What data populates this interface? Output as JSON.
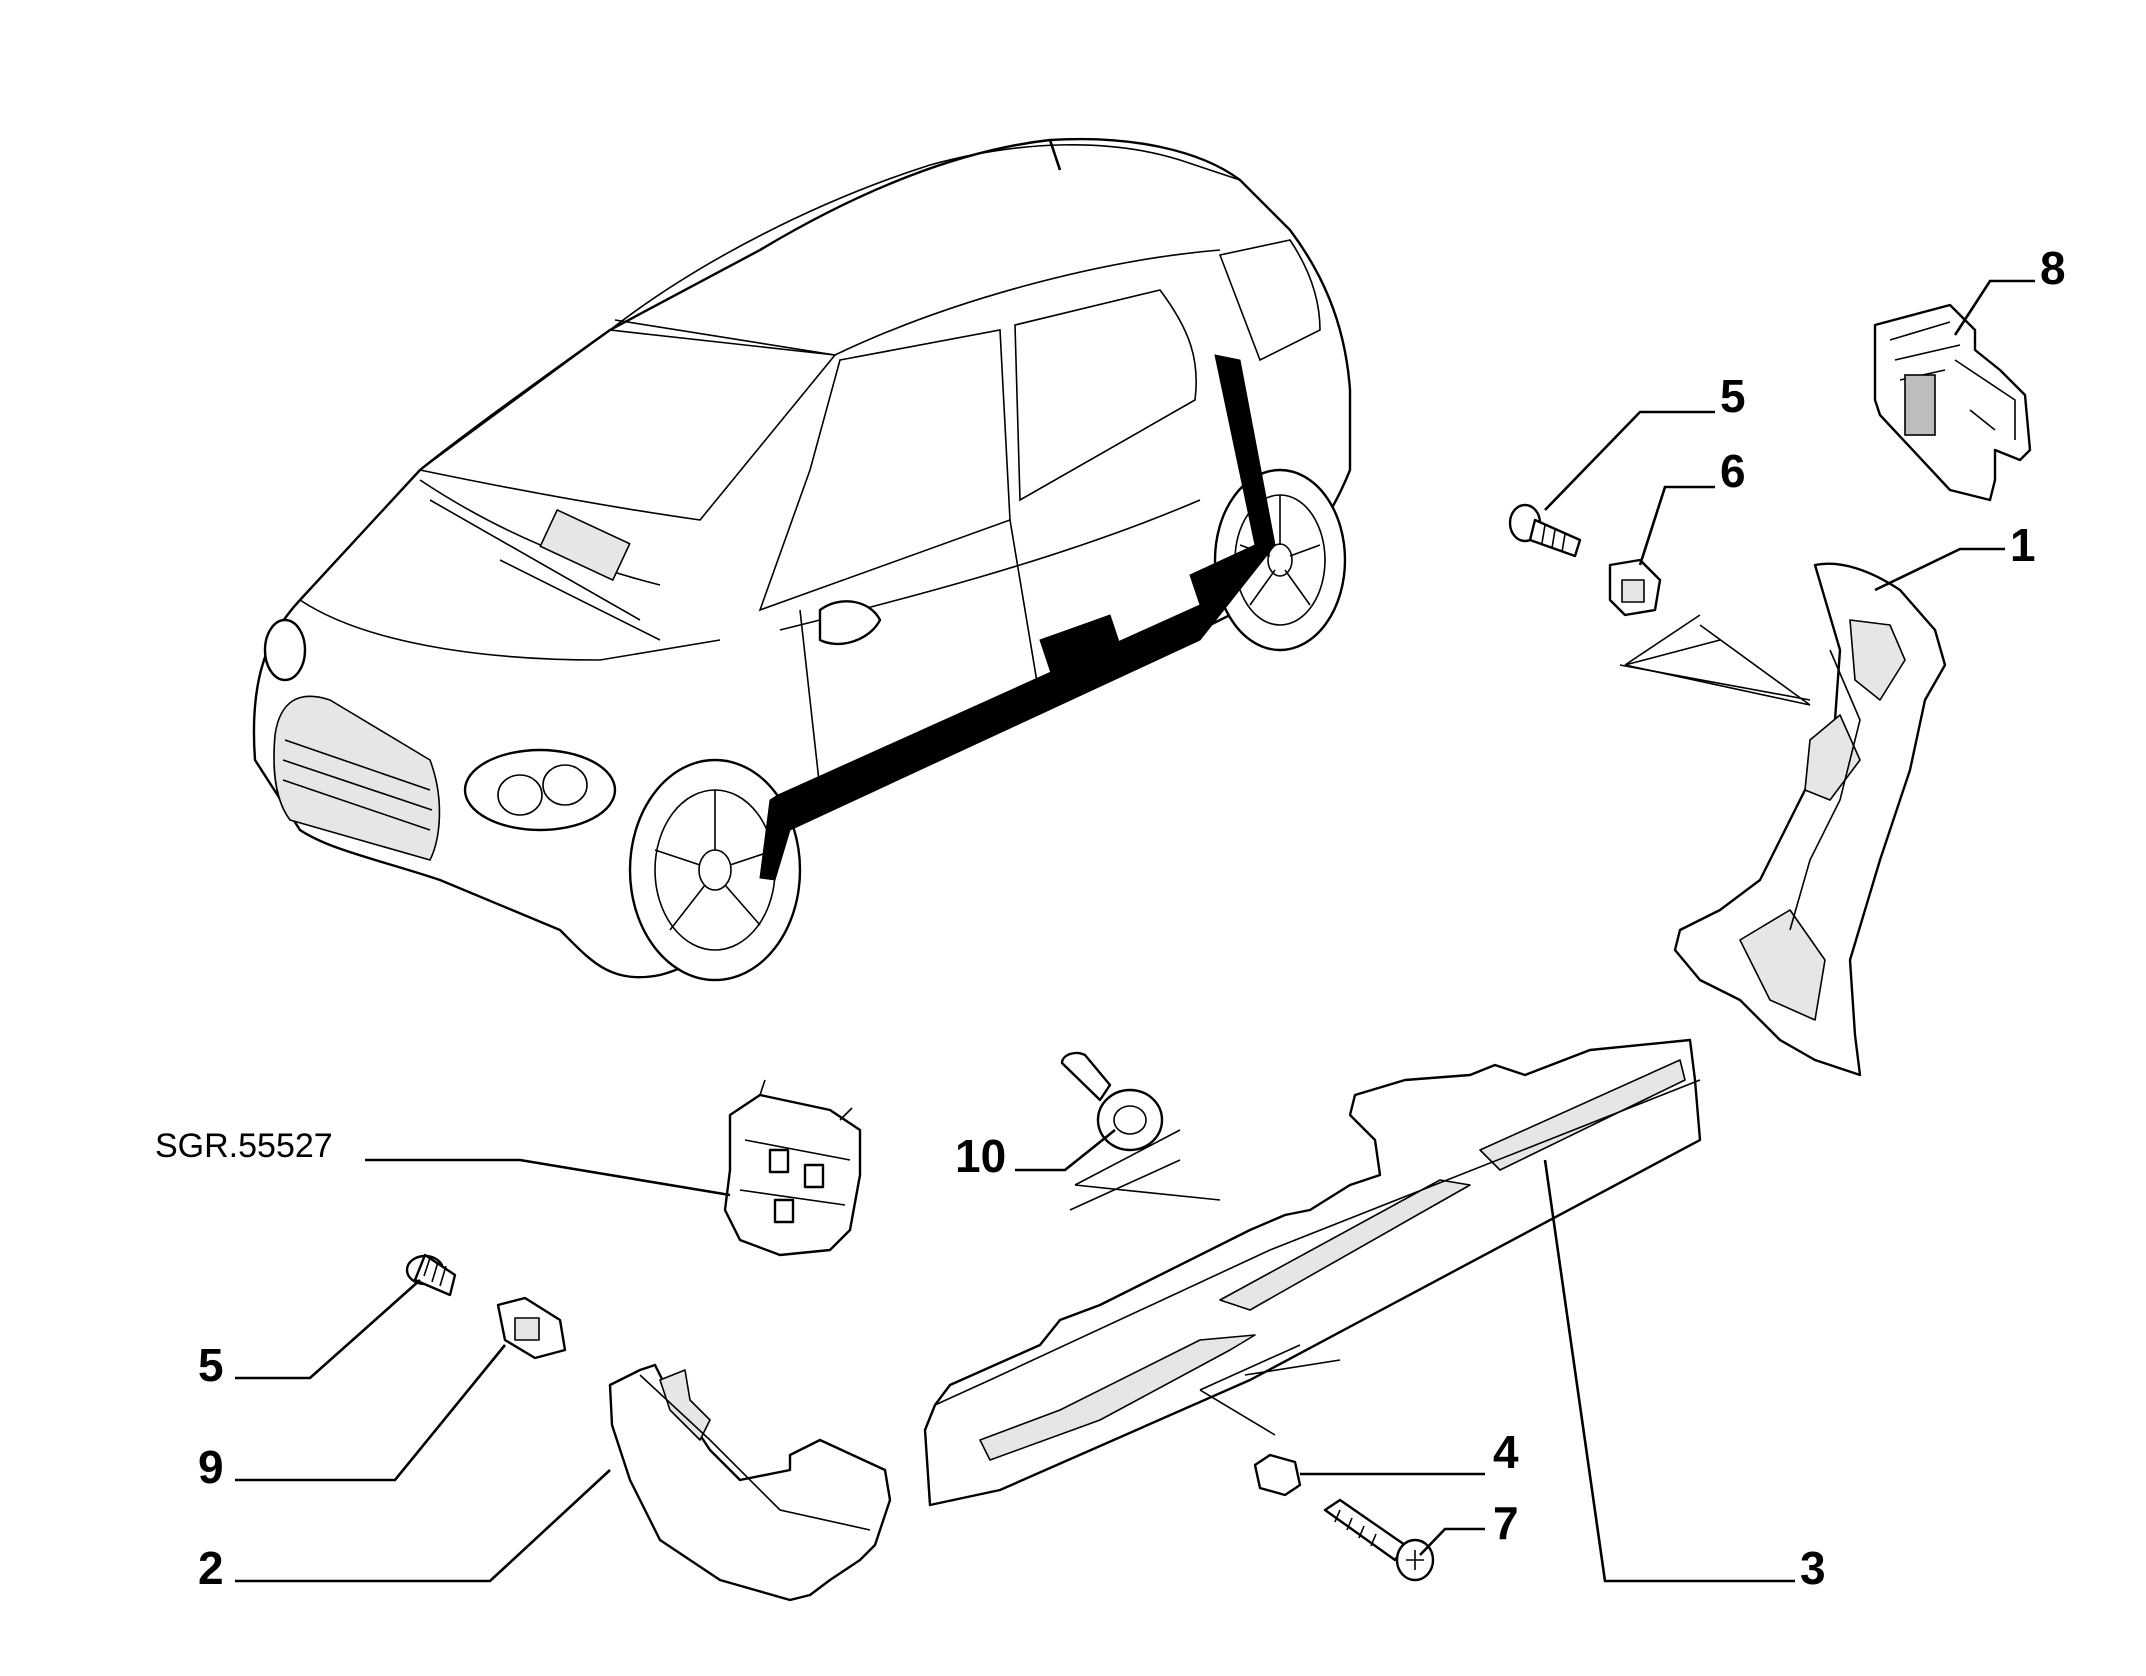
{
  "diagram": {
    "reference_label": "SGR.55527",
    "callouts": [
      {
        "id": "c-8",
        "text": "8"
      },
      {
        "id": "c-5a",
        "text": "5"
      },
      {
        "id": "c-6",
        "text": "6"
      },
      {
        "id": "c-1",
        "text": "1"
      },
      {
        "id": "c-10",
        "text": "10"
      },
      {
        "id": "c-5b",
        "text": "5"
      },
      {
        "id": "c-9",
        "text": "9"
      },
      {
        "id": "c-2",
        "text": "2"
      },
      {
        "id": "c-4",
        "text": "4"
      },
      {
        "id": "c-7",
        "text": "7"
      },
      {
        "id": "c-3",
        "text": "3"
      }
    ]
  }
}
